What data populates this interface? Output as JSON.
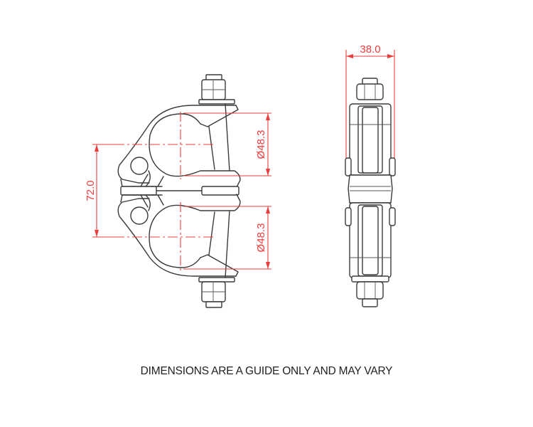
{
  "drawing": {
    "title": "Double coupler technical drawing",
    "views": {
      "front": {
        "dimensions": {
          "center_distance": "72.0",
          "upper_tube_diameter": "Ø48.3",
          "lower_tube_diameter": "Ø48.3"
        }
      },
      "side": {
        "dimensions": {
          "width": "38.0"
        }
      }
    },
    "colors": {
      "dimension": "#ee3b3b",
      "outline": "#3a3a3a",
      "background": "#ffffff"
    }
  },
  "footer": {
    "note": "DIMENSIONS ARE A GUIDE ONLY AND MAY VARY"
  }
}
